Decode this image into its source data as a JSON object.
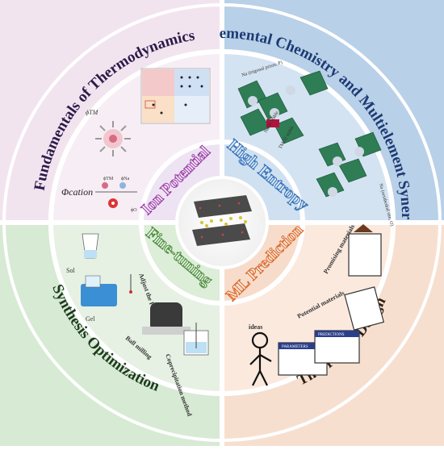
{
  "quadrants": {
    "top_left": {
      "outer_title": "Fundamentals of Thermodynamics",
      "inner_label": "Ion Potential",
      "colors": {
        "outer": "#f2e4ee",
        "middle": "#f7eef5",
        "inner": "#e8ddf0",
        "accent": "#9b3aa8"
      },
      "symbols": {
        "phi_tm": "ϕTM",
        "phi_cation": "Φcation",
        "phi_na": "ϕNa",
        "phi_o": "ϕO"
      }
    },
    "top_right": {
      "outer_title": "Elemental Chemistry and Multielement Synergy",
      "inner_label": "High Entropy",
      "colors": {
        "outer": "#b8d0e8",
        "middle": "#d4e3f1",
        "inner": "#cfe0f0",
        "accent": "#2f6fb7"
      },
      "notes": [
        "NaO6 stable",
        "TMO2 stable",
        "Na (trigonal prism, P)",
        "Na (octahedral site, O)"
      ]
    },
    "bottom_left": {
      "outer_title": "Synthesis Optimization",
      "inner_label": "Fine-tuning",
      "colors": {
        "outer": "#d7ead4",
        "middle": "#e6f1e3",
        "inner": "#dcedd8",
        "accent": "#4a8a3a"
      },
      "notes": [
        "Sol",
        "Adjust the PH",
        "Gel",
        "Ball milling",
        "Coprecipitation method"
      ]
    },
    "bottom_right": {
      "outer_title": "Theoretical Design",
      "inner_label": "ML Prediction",
      "colors": {
        "outer": "#f7dfd0",
        "middle": "#fbe9de",
        "inner": "#f7dccb",
        "accent": "#d9682a"
      },
      "notes": [
        "ideas",
        "Potential materials",
        "Promising materials",
        "PREDICTIONS",
        "PARAMETERS"
      ]
    }
  }
}
